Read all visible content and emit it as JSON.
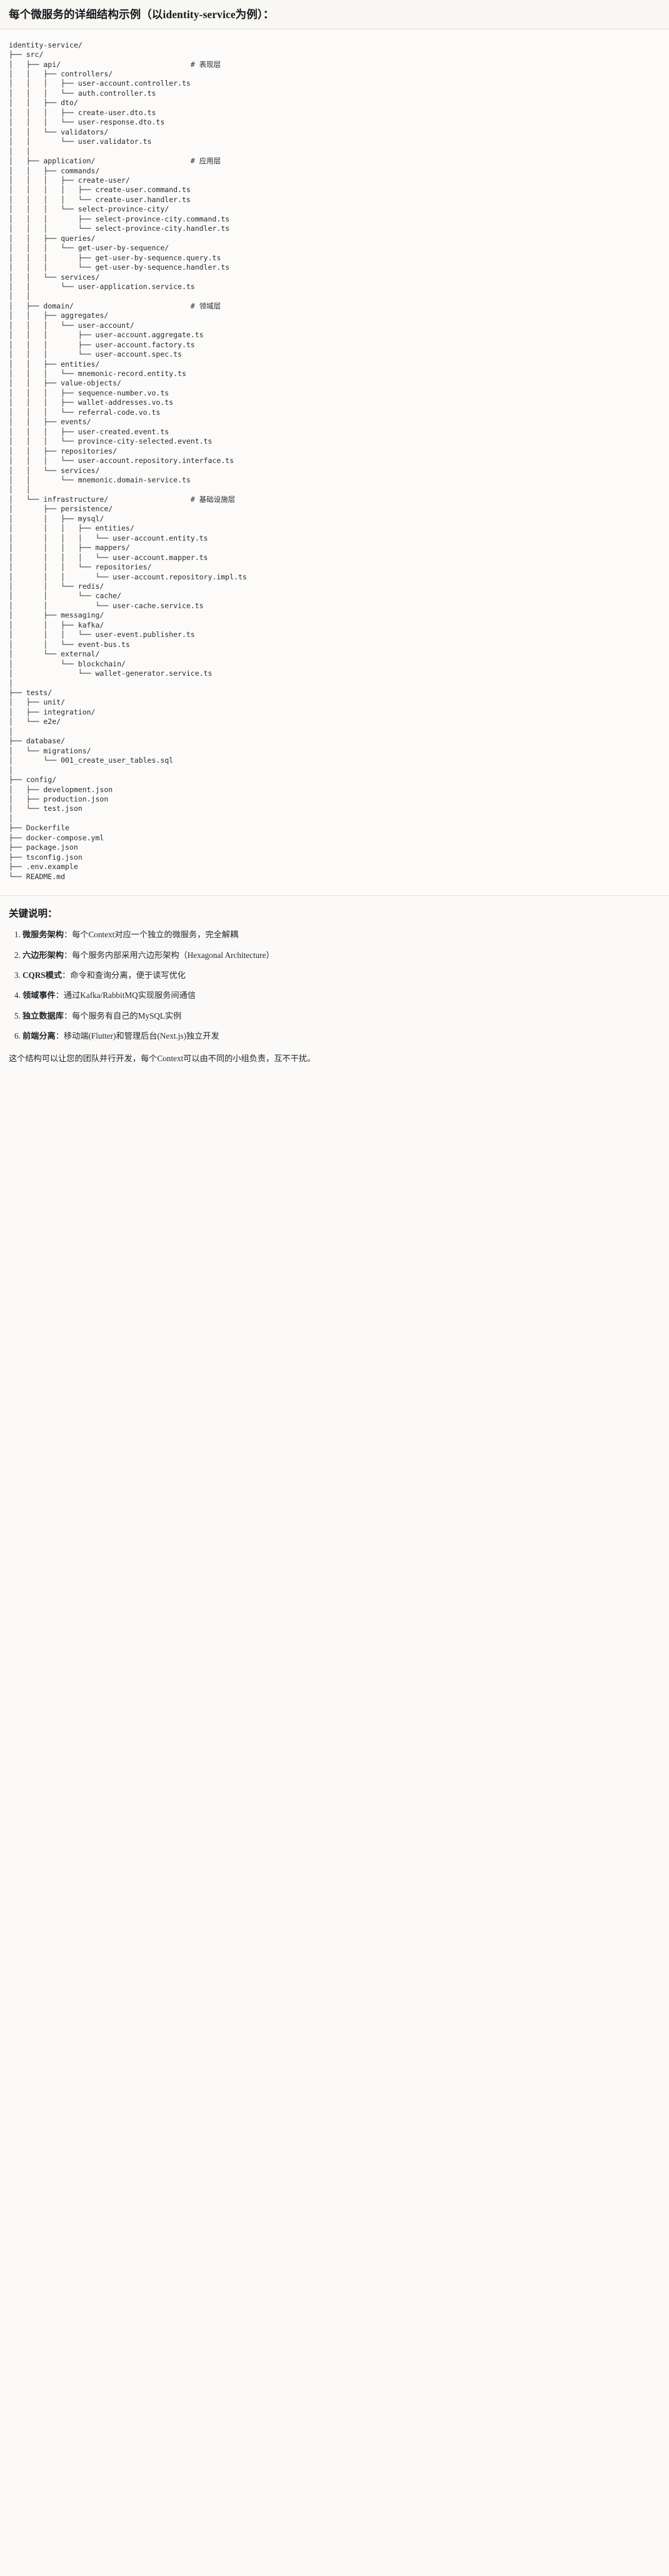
{
  "header": {
    "title": "每个微服务的详细结构示例（以identity-service为例）："
  },
  "tree": {
    "root": "identity-service/",
    "lines": [
      "identity-service/",
      "├── src/",
      "│   ├── api/                              # 表现层",
      "│   │   ├── controllers/",
      "│   │   │   ├── user-account.controller.ts",
      "│   │   │   └── auth.controller.ts",
      "│   │   ├── dto/",
      "│   │   │   ├── create-user.dto.ts",
      "│   │   │   └── user-response.dto.ts",
      "│   │   └── validators/",
      "│   │       └── user.validator.ts",
      "│   │",
      "│   ├── application/                      # 应用层",
      "│   │   ├── commands/",
      "│   │   │   ├── create-user/",
      "│   │   │   │   ├── create-user.command.ts",
      "│   │   │   │   └── create-user.handler.ts",
      "│   │   │   └── select-province-city/",
      "│   │   │       ├── select-province-city.command.ts",
      "│   │   │       └── select-province-city.handler.ts",
      "│   │   ├── queries/",
      "│   │   │   └── get-user-by-sequence/",
      "│   │   │       ├── get-user-by-sequence.query.ts",
      "│   │   │       └── get-user-by-sequence.handler.ts",
      "│   │   └── services/",
      "│   │       └── user-application.service.ts",
      "│   │",
      "│   ├── domain/                           # 领域层",
      "│   │   ├── aggregates/",
      "│   │   │   └── user-account/",
      "│   │   │       ├── user-account.aggregate.ts",
      "│   │   │       ├── user-account.factory.ts",
      "│   │   │       └── user-account.spec.ts",
      "│   │   ├── entities/",
      "│   │   │   └── mnemonic-record.entity.ts",
      "│   │   ├── value-objects/",
      "│   │   │   ├── sequence-number.vo.ts",
      "│   │   │   ├── wallet-addresses.vo.ts",
      "│   │   │   └── referral-code.vo.ts",
      "│   │   ├── events/",
      "│   │   │   ├── user-created.event.ts",
      "│   │   │   └── province-city-selected.event.ts",
      "│   │   ├── repositories/",
      "│   │   │   └── user-account.repository.interface.ts",
      "│   │   └── services/",
      "│   │       └── mnemonic.domain-service.ts",
      "│   │",
      "│   └── infrastructure/                   # 基础设施层",
      "│       ├── persistence/",
      "│       │   ├── mysql/",
      "│       │   │   ├── entities/",
      "│       │   │   │   └── user-account.entity.ts",
      "│       │   │   ├── mappers/",
      "│       │   │   │   └── user-account.mapper.ts",
      "│       │   │   └── repositories/",
      "│       │   │       └── user-account.repository.impl.ts",
      "│       │   └── redis/",
      "│       │       └── cache/",
      "│       │           └── user-cache.service.ts",
      "│       ├── messaging/",
      "│       │   ├── kafka/",
      "│       │   │   └── user-event.publisher.ts",
      "│       │   └── event-bus.ts",
      "│       └── external/",
      "│           └── blockchain/",
      "│               └── wallet-generator.service.ts",
      "│",
      "├── tests/",
      "│   ├── unit/",
      "│   ├── integration/",
      "│   └── e2e/",
      "│",
      "├── database/",
      "│   └── migrations/",
      "│       └── 001_create_user_tables.sql",
      "│",
      "├── config/",
      "│   ├── development.json",
      "│   ├── production.json",
      "│   └── test.json",
      "│",
      "├── Dockerfile",
      "├── docker-compose.yml",
      "├── package.json",
      "├── tsconfig.json",
      "├── .env.example",
      "└── README.md"
    ],
    "layer_comments": [
      "# 表现层",
      "# 应用层",
      "# 领域层",
      "# 基础设施层"
    ]
  },
  "notes": {
    "title": "关键说明：",
    "items": [
      {
        "term": "微服务架构",
        "desc": "：每个Context对应一个独立的微服务，完全解耦"
      },
      {
        "term": "六边形架构",
        "desc": "：每个服务内部采用六边形架构（Hexagonal Architecture）"
      },
      {
        "term": "CQRS模式",
        "desc": "：命令和查询分离，便于读写优化"
      },
      {
        "term": "领域事件",
        "desc": "：通过Kafka/RabbitMQ实现服务间通信"
      },
      {
        "term": "独立数据库",
        "desc": "：每个服务有自己的MySQL实例"
      },
      {
        "term": "前端分离",
        "desc": "：移动端(Flutter)和管理后台(Next.js)独立开发"
      }
    ],
    "closing": "这个结构可以让您的团队并行开发，每个Context可以由不同的小组负责，互不干扰。"
  }
}
